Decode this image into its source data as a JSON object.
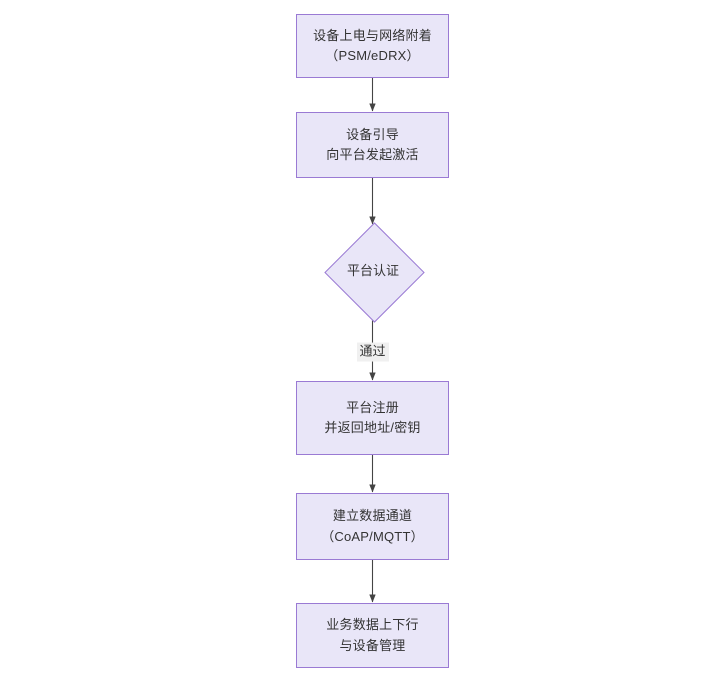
{
  "diagram": {
    "type": "flowchart",
    "orientation": "top-to-bottom",
    "colors": {
      "node_fill": "#e9e6f8",
      "node_border": "#9a7ad4",
      "node_text": "#333333",
      "edge_line": "#444444",
      "edge_label_background": "#f0f0f0",
      "canvas_background": "#ffffff"
    },
    "nodes": [
      {
        "id": "n1",
        "shape": "rectangle",
        "label": "设备上电与网络附着\n（PSM/eDRX）",
        "name": "node-power-on-network-attach"
      },
      {
        "id": "n2",
        "shape": "rectangle",
        "label": "设备引导\n向平台发起激活",
        "name": "node-device-bootstrap-activation"
      },
      {
        "id": "n3",
        "shape": "diamond",
        "label": "平台认证",
        "name": "node-platform-authentication"
      },
      {
        "id": "n4",
        "shape": "rectangle",
        "label": "平台注册\n并返回地址/密钥",
        "name": "node-platform-registration-return-address-key"
      },
      {
        "id": "n5",
        "shape": "rectangle",
        "label": "建立数据通道\n（CoAP/MQTT）",
        "name": "node-establish-data-channel"
      },
      {
        "id": "n6",
        "shape": "rectangle",
        "label": "业务数据上下行\n与设备管理",
        "name": "node-business-data-uplink-downlink-device-management"
      }
    ],
    "edges": [
      {
        "id": "e1",
        "from": "n1",
        "to": "n2",
        "label": ""
      },
      {
        "id": "e2",
        "from": "n2",
        "to": "n3",
        "label": ""
      },
      {
        "id": "e3",
        "from": "n3",
        "to": "n4",
        "label": "通过"
      },
      {
        "id": "e4",
        "from": "n4",
        "to": "n5",
        "label": ""
      },
      {
        "id": "e5",
        "from": "n5",
        "to": "n6",
        "label": ""
      }
    ]
  }
}
